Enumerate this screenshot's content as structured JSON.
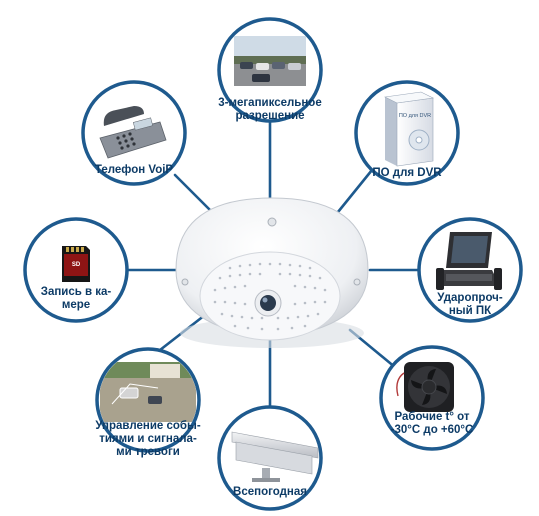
{
  "center": {
    "icon": "fisheye-dome-camera-icon"
  },
  "features": [
    {
      "id": "resolution",
      "label": "3-мегапиксельное\nразрешение",
      "icon": "parking-lot-photo-icon"
    },
    {
      "id": "dvr-software",
      "label": "ПО для DVR",
      "icon": "software-box-icon",
      "box_text": "ПО для DVR"
    },
    {
      "id": "rugged-pc",
      "label": "Ударопроч-\nный ПК",
      "icon": "rugged-laptop-icon"
    },
    {
      "id": "operating-temp",
      "label": "Рабочие t° от\n-30°C до +60°C",
      "icon": "cooling-fan-icon"
    },
    {
      "id": "all-weather",
      "label": "Всепогодная",
      "icon": "outdoor-housing-icon"
    },
    {
      "id": "event-management",
      "label": "Управление собы-\nтиями и сигнала-\nми тревоги",
      "icon": "surveillance-photo-icon"
    },
    {
      "id": "recording",
      "label": "Запись в ка-\nмере",
      "icon": "sd-card-icon"
    },
    {
      "id": "voip-phone",
      "label": "Телефон VoiP",
      "icon": "desk-phone-icon"
    }
  ],
  "colors": {
    "outline": "#1e5a8e",
    "label": "#0d3b66",
    "background": "#ffffff"
  }
}
